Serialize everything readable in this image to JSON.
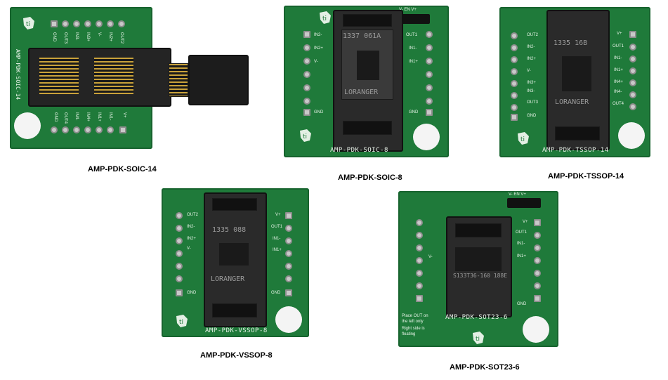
{
  "captions": {
    "soic14": "AMP-PDK-SOIC-14",
    "soic8": "AMP-PDK-SOIC-8",
    "tssop14": "AMP-PDK-TSSOP-14",
    "vssop8": "AMP-PDK-VSSOP-8",
    "sot23": "AMP-PDK-SOT23-6"
  },
  "silkscreen": {
    "soic14_side": "AMP-PDK-SOIC-14",
    "soic8_bottom": "AMP-PDK-SOIC-8",
    "tssop14_bottom": "AMP-PDK-TSSOP-14",
    "vssop8_bottom": "AMP-PDK-VSSOP-8",
    "sot23_bottom": "AMP-PDK-SOT23-6",
    "sot23_note1": "Place OUT on",
    "sot23_note2": "the left only",
    "sot23_note3": "Right side is",
    "sot23_note4": "floating",
    "en_label": "V- EN V+",
    "soic8_socket": "1337 061A",
    "tssop_socket": "1335 16B",
    "vssop_socket": "1335 088",
    "sot_socket": "S133T36-160 188E",
    "brand": "LORANGER",
    "gnd": "GND",
    "vminus": "V-",
    "vplus": "V+",
    "out1": "OUT1",
    "out2": "OUT2",
    "out3": "OUT3",
    "out4": "OUT4",
    "in1m": "IN1-",
    "in1p": "IN1+",
    "in2m": "IN2-",
    "in2p": "IN2+",
    "in3m": "IN3-",
    "in3p": "IN3+",
    "in4m": "IN4-",
    "in4p": "IN4+"
  },
  "colors": {
    "pcb": "#1f7a3a",
    "socket": "#2a2a2a",
    "mount_hole": "#f4f4f4"
  }
}
